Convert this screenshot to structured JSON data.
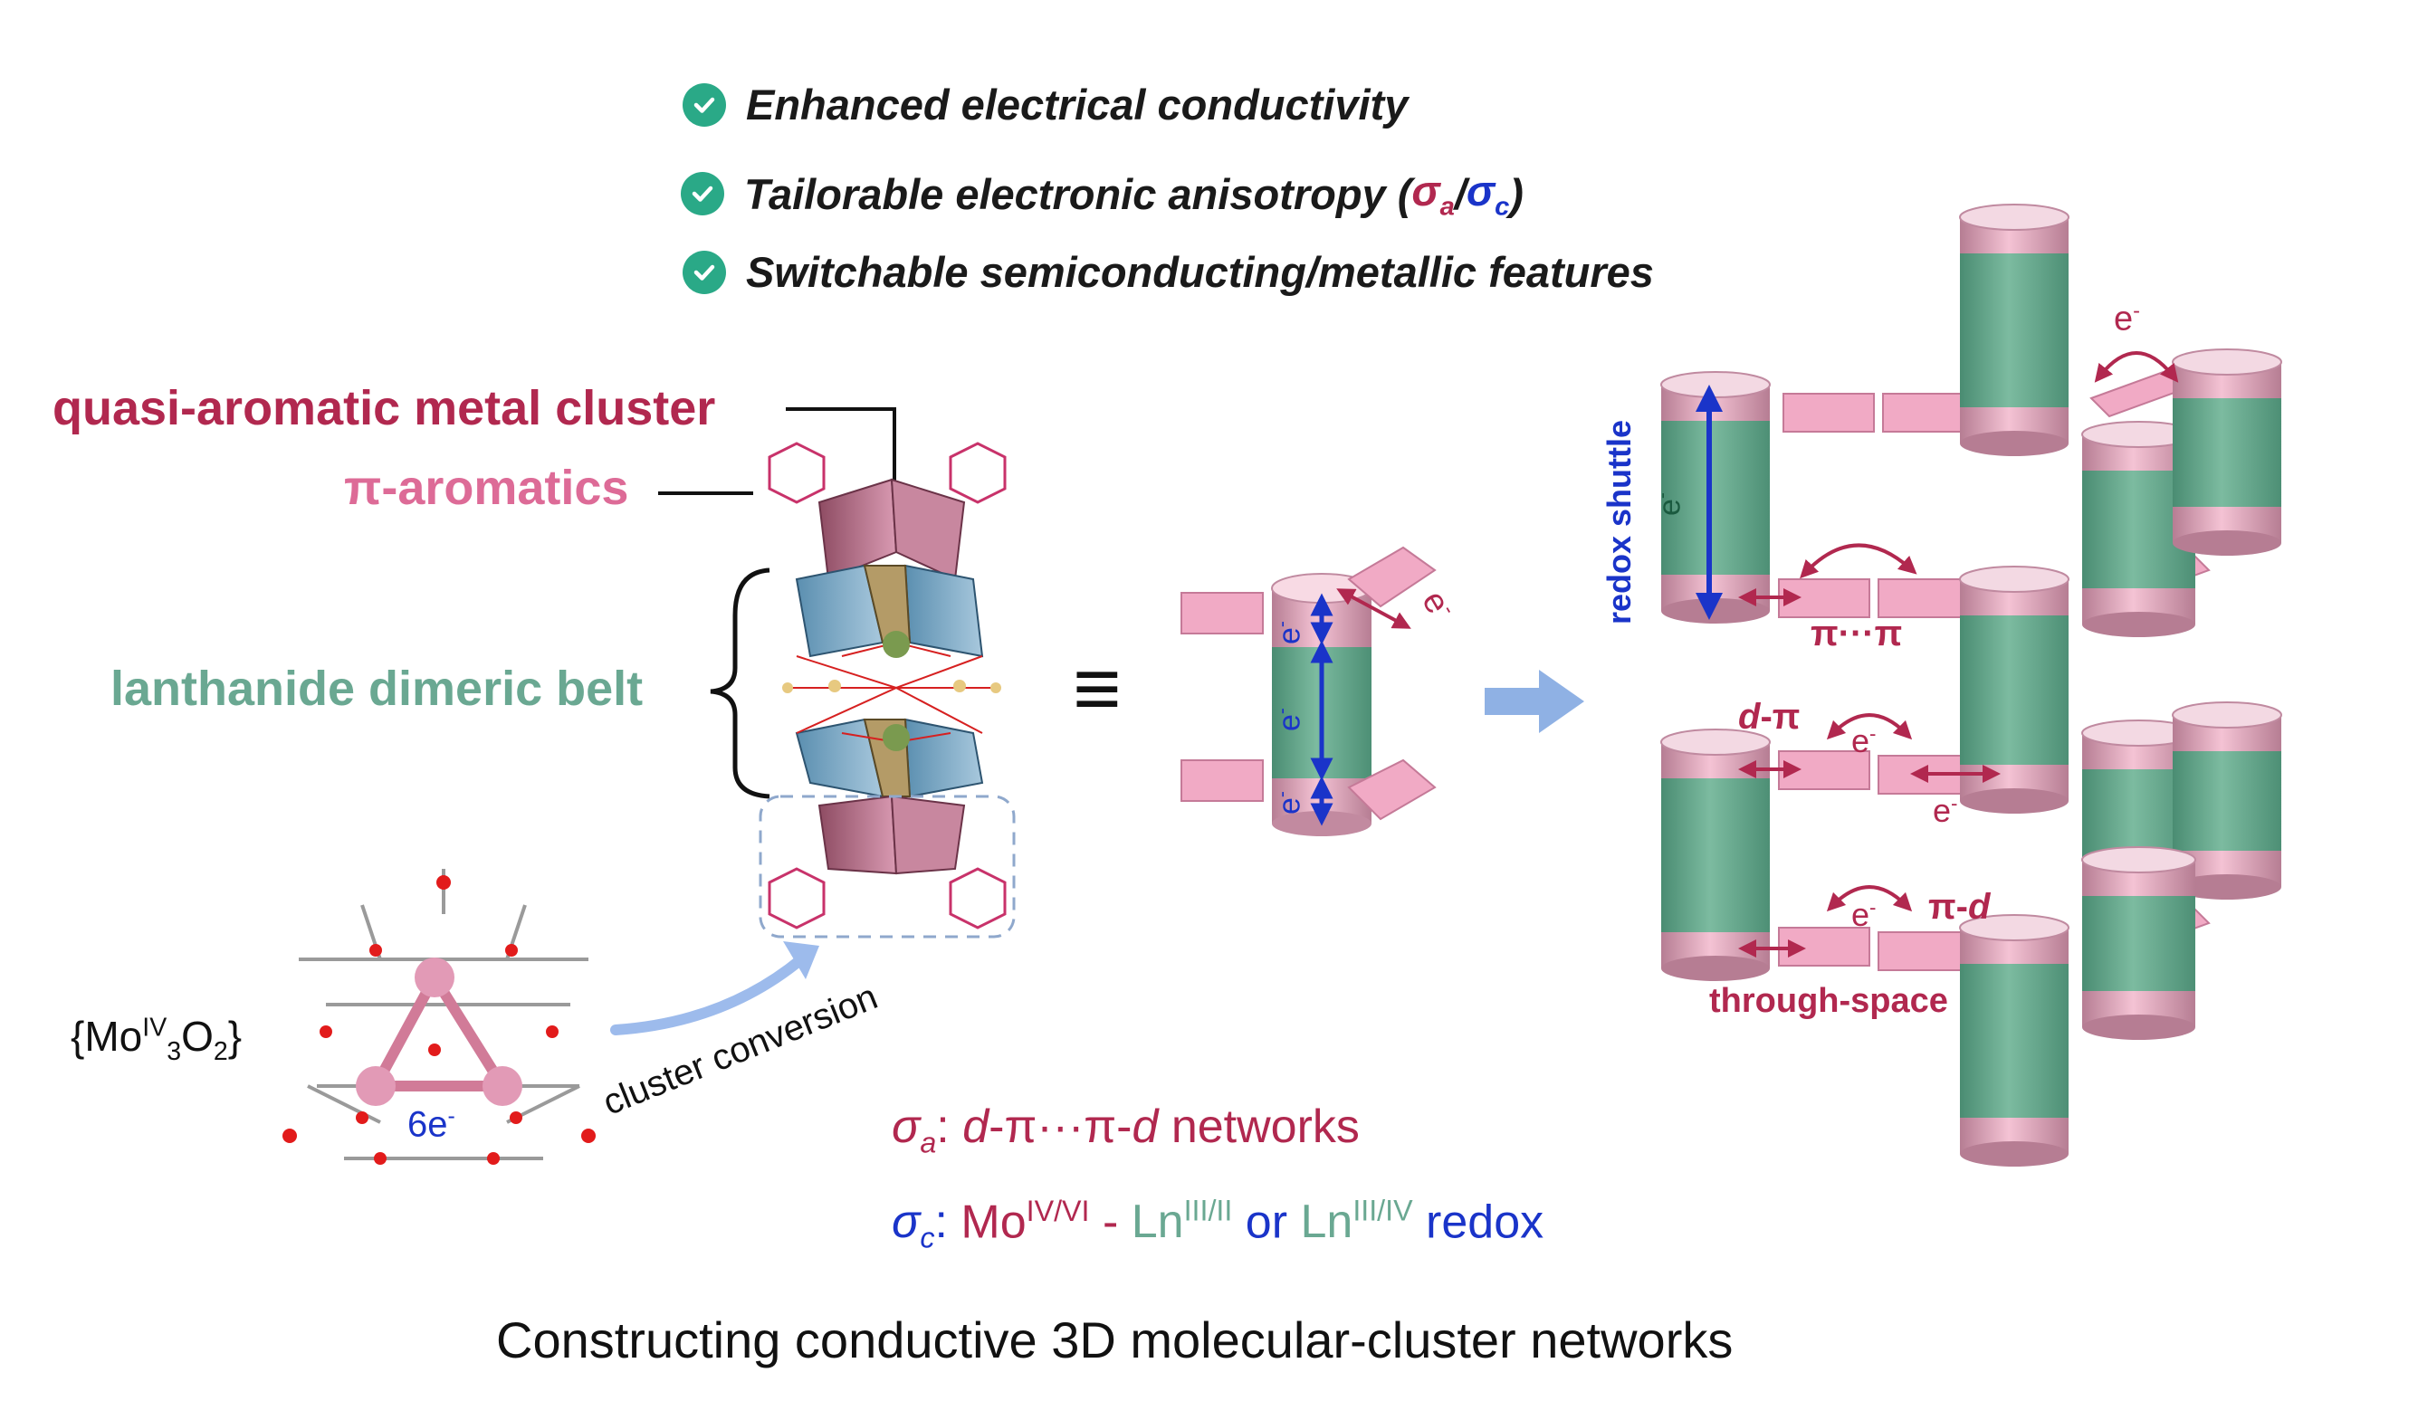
{
  "features": [
    {
      "text": "Enhanced electrical conductivity"
    },
    {
      "text": "Tailorable electronic anisotropy (",
      "sa": "σ",
      "sa_sub": "a",
      "slash": "/",
      "sc": "σ",
      "sc_sub": "c",
      "close": ")"
    },
    {
      "text": "Switchable semiconducting/metallic features"
    }
  ],
  "labels": {
    "quasi": "quasi-aromatic metal cluster",
    "pi_arom": "π-aromatics",
    "lanthanide": "lanthanide dimeric belt",
    "mo_pre": "{Mo",
    "mo_sup": "IV",
    "mo_sub3": "3",
    "mo_o": "O",
    "mo_sub2": "2",
    "mo_close": "}",
    "six_e": "6e",
    "six_e_sup": "-",
    "cluster_conversion": "cluster conversion",
    "equiv": "≡",
    "redox_shuttle": "redox shuttle"
  },
  "network_labels": {
    "e": "e",
    "e_sup": "-",
    "pipi": "π···π",
    "d": "d",
    "dpi_rest": "-π",
    "pid_pre": "π-",
    "pid_d": "d",
    "through_space": "through-space"
  },
  "equations": {
    "sa": {
      "sigma": "σ",
      "sub": "a",
      "colon": ": ",
      "d1": "d",
      "mid": "-π···π-",
      "d2": "d",
      "rest": " networks"
    },
    "sc": {
      "sigma": "σ",
      "sub": "c",
      "colon": ": ",
      "mo": "Mo",
      "mo_sup": "IV/VI",
      "dash": " - ",
      "ln1": "Ln",
      "ln1_sup": "III/II",
      "or": " or ",
      "ln2": "Ln",
      "ln2_sup": "III/IV",
      "redox": " redox"
    }
  },
  "caption": "Constructing conductive 3D molecular-cluster networks",
  "colors": {
    "check": "#2aa987",
    "crimson": "#b1284f",
    "pink": "#dd6b97",
    "green": "#6aa892",
    "blue": "#1a34c9",
    "polyhedron_blue": "#7fa9c4",
    "polyhedron_pink": "#b87890",
    "cyl_green": "#5fa287",
    "cyl_pink": "#e8a7bf",
    "arrow_blue": "#8fb1e4"
  }
}
